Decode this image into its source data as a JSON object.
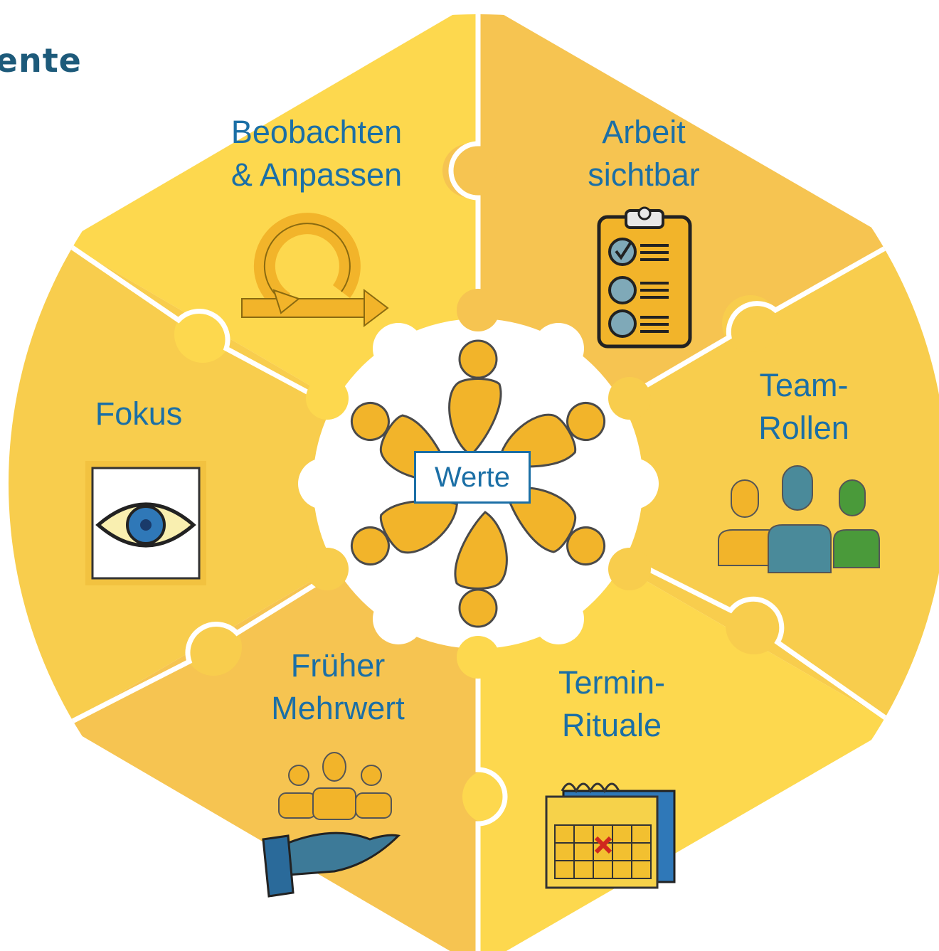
{
  "title": "nente",
  "center": {
    "label": "Werte"
  },
  "segments": [
    {
      "id": "beobachten",
      "line1": "Beobachten",
      "line2": "& Anpassen",
      "icon": "cycle-arrow-icon"
    },
    {
      "id": "arbeit",
      "line1": "Arbeit",
      "line2": "sichtbar",
      "icon": "clipboard-checklist-icon"
    },
    {
      "id": "team",
      "line1": "Team-",
      "line2": "Rollen",
      "icon": "team-people-icon"
    },
    {
      "id": "termin",
      "line1": "Termin-",
      "line2": "Rituale",
      "icon": "calendar-icon"
    },
    {
      "id": "frueher",
      "line1": "Früher",
      "line2": "Mehrwert",
      "icon": "hand-people-icon"
    },
    {
      "id": "fokus",
      "line1": "Fokus",
      "line2": "",
      "icon": "eye-focus-icon"
    }
  ],
  "colors": {
    "light_yellow": "#fdd84e",
    "mid_yellow": "#f8cd4d",
    "dark_yellow": "#f6c451",
    "text_blue": "#1b6fa6",
    "title_blue": "#1d5a7a",
    "icon_orange": "#f2b42a"
  }
}
